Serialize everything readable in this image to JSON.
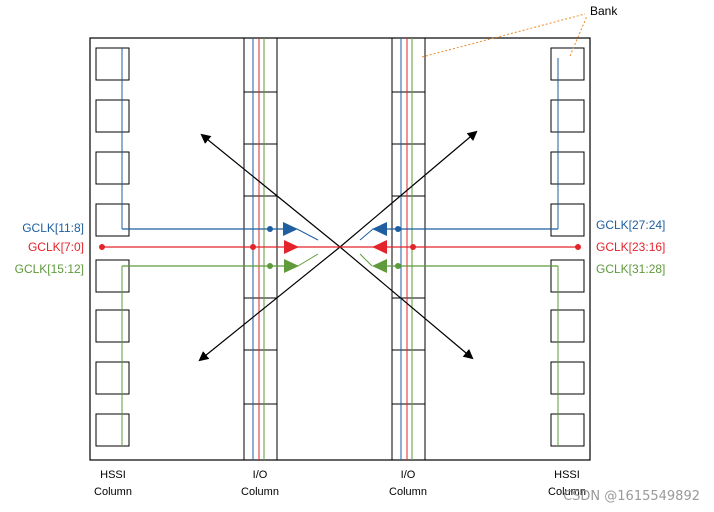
{
  "bank_label": "Bank",
  "columns": [
    {
      "line1": "HSSI",
      "line2": "Column"
    },
    {
      "line1": "I/O",
      "line2": "Column"
    },
    {
      "line1": "I/O",
      "line2": "Column"
    },
    {
      "line1": "HSSI",
      "line2": "Column"
    }
  ],
  "gclk_left": [
    "GCLK[11:8]",
    "GCLK[7:0]",
    "GCLK[15:12]"
  ],
  "gclk_right": [
    "GCLK[27:24]",
    "GCLK[23:16]",
    "GCLK[31:28]"
  ],
  "colors": {
    "blue": "#1f5fa0",
    "red": "#e3242b",
    "green": "#5f9a3c",
    "bank": "#f08a24"
  },
  "watermark": "CSDN @1615549892"
}
